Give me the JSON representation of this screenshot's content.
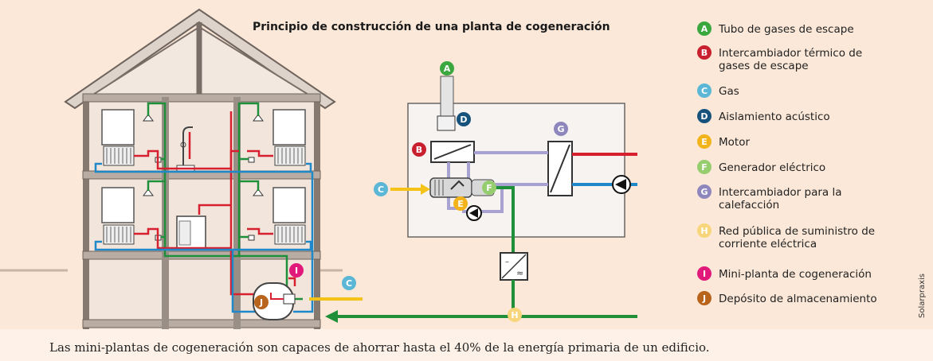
{
  "title": "Principio de construcción de una planta de cogeneración",
  "legend": [
    {
      "letter": "A",
      "color": "#3aa83e",
      "lines": [
        "Tubo de gases de escape"
      ]
    },
    {
      "letter": "B",
      "color": "#c8202f",
      "lines": [
        "Intercambiador térmico de",
        "gases de escape"
      ]
    },
    {
      "letter": "C",
      "color": "#5bb7d5",
      "lines": [
        "Gas"
      ]
    },
    {
      "letter": "D",
      "color": "#17527c",
      "lines": [
        "Aislamiento acústico"
      ]
    },
    {
      "letter": "E",
      "color": "#f3b31a",
      "lines": [
        "Motor"
      ]
    },
    {
      "letter": "F",
      "color": "#96cd6f",
      "lines": [
        "Generador eléctrico"
      ]
    },
    {
      "letter": "G",
      "color": "#8e87bd",
      "lines": [
        "Intercambiador para la",
        "calefacción"
      ]
    },
    {
      "letter": "H",
      "color": "#f7d57a",
      "lines": [
        "Red pública de suministro de",
        "corriente eléctrica"
      ]
    },
    {
      "letter": "I",
      "color": "#e0197a",
      "lines": [
        "Mini-planta de cogeneración"
      ]
    },
    {
      "letter": "J",
      "color": "#b8641c",
      "lines": [
        "Depósito de almacenamiento"
      ]
    }
  ],
  "credit": "Solarpraxis",
  "caption": "Las mini-plantas de cogeneración son capaces de ahorrar hasta el 40% de la energía primaria de un edificio.",
  "colors": {
    "background": "#fbe8d8",
    "caption_band": "#fdf1e8",
    "wall": "#7a6f68",
    "wall_fill": "#f2e6dc",
    "hot": "#d6202f",
    "cold": "#1e88c9",
    "power": "#1f8f3a",
    "gas": "#f5c318",
    "heating": "#a8a2d1"
  }
}
